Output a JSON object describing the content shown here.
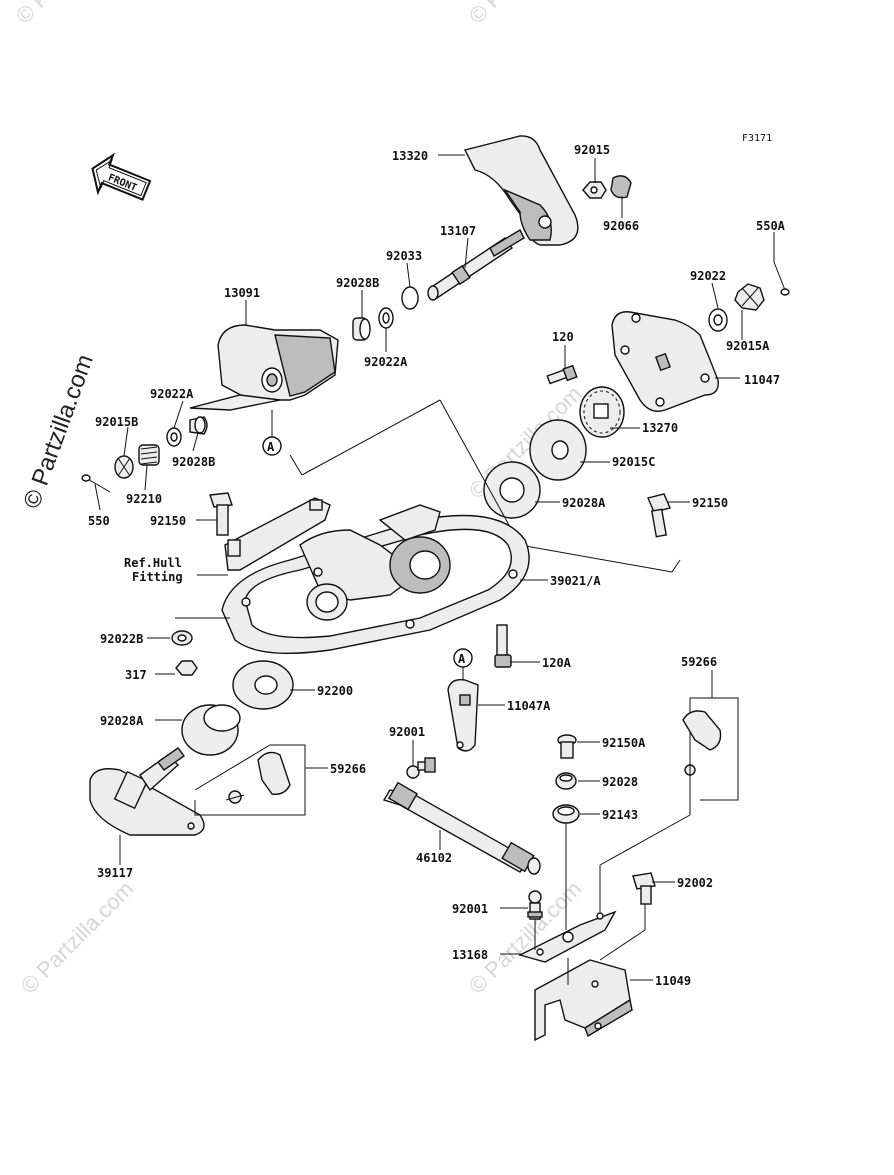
{
  "figure_code": "F3171",
  "front_label": "FRONT",
  "reference_callout": "A",
  "watermark_text": "© Partzilla.com",
  "labels": {
    "p13320": "13320",
    "p92015": "92015",
    "p92066": "92066",
    "p13107": "13107",
    "p92033": "92033",
    "p92028B_top": "92028B",
    "p92022A_top": "92022A",
    "p13091": "13091",
    "p550A": "550A",
    "p92022": "92022",
    "p92015A": "92015A",
    "p11047": "11047",
    "p120": "120",
    "p13270": "13270",
    "p92015C": "92015C",
    "p92022A_left": "92022A",
    "p92015B": "92015B",
    "p92028B_left": "92028B",
    "p92210": "92210",
    "p550": "550",
    "p92150_left": "92150",
    "p92028A_right": "92028A",
    "p92150_right": "92150",
    "ref_hull_1": "Ref.Hull",
    "ref_hull_2": "Fitting",
    "p39021A": "39021/A",
    "p92022B": "92022B",
    "p120A": "120A",
    "p317": "317",
    "p92200": "92200",
    "p11047A": "11047A",
    "p59266_right": "59266",
    "p92028A_left": "92028A",
    "p92001_top": "92001",
    "p92150A": "92150A",
    "p59266_left": "59266",
    "p92028": "92028",
    "p92143": "92143",
    "p39117": "39117",
    "p46102": "46102",
    "p92002": "92002",
    "p92001_bottom": "92001",
    "p13168": "13168",
    "p11049": "11049"
  }
}
